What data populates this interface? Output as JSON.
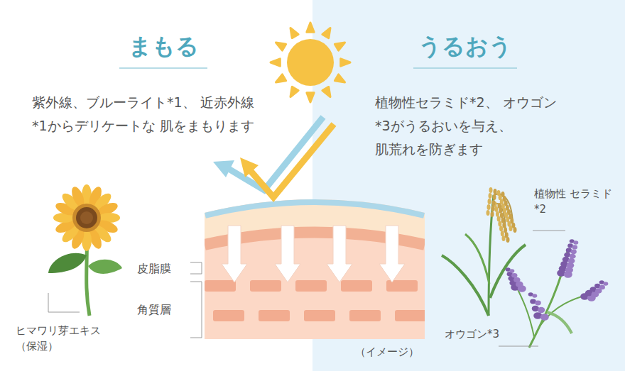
{
  "diagram": {
    "labels": [
      "まもる",
      "紫外線、ブルーライト*1、 近赤外線*1からデリケートな 肌をまもります",
      "うるおう",
      "植物性セラミド*2、 オウゴン*3がうるおいを与え、 肌荒れを防ぎます",
      "皮脂膜",
      "角質層",
      "ヒマワリ芽エキス （保湿）",
      "植物性 セラミド*2",
      "オウゴン*3",
      "（イメージ）"
    ]
  }
}
